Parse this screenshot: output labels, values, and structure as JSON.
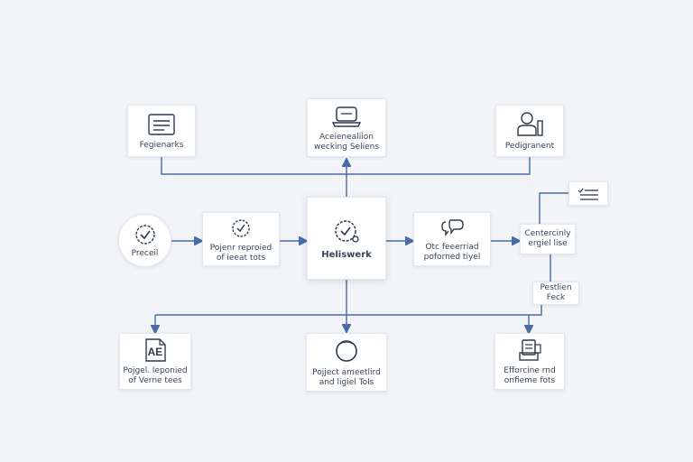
{
  "colors": {
    "connector": "#4a6aa8",
    "icon": "#2f3a4a",
    "background": "#f2f4f7"
  },
  "nodes": {
    "top_left": {
      "label": "Fegienarks",
      "icon": "form-icon"
    },
    "top_center": {
      "label": "Aceienealiion\nwecking Seliens",
      "icon": "laptop-icon"
    },
    "top_right": {
      "label": "Pedigranent",
      "icon": "user-icon"
    },
    "start": {
      "label": "Preceil",
      "icon": "check-circle-icon"
    },
    "process": {
      "label": "Pojenr reproied\nof ieeat tots",
      "icon": "gear-check-icon"
    },
    "hub": {
      "label": "Heliswerk",
      "icon": "gear-check-icon"
    },
    "feedback": {
      "label": "Otc feeerriad\npoforned tiyel",
      "icon": "chat-icon"
    },
    "side_list": {
      "label": "Centercinly\nergiel lise",
      "icon": ""
    },
    "list_tag": {
      "label": "",
      "icon": "checklist-icon"
    },
    "side_note": {
      "label": "Pestlien\nFeck",
      "icon": ""
    },
    "bottom_left": {
      "label": "Pojgel. leponied\nof Verne tees",
      "icon": "document-ae-icon"
    },
    "bottom_left_badge": "AE",
    "bottom_center": {
      "label": "Pojject ameetlird\nand ligiel Tols",
      "icon": "ring-icon"
    },
    "bottom_right": {
      "label": "Efforcine rnd\nonfieme fots",
      "icon": "printer-icon"
    }
  }
}
